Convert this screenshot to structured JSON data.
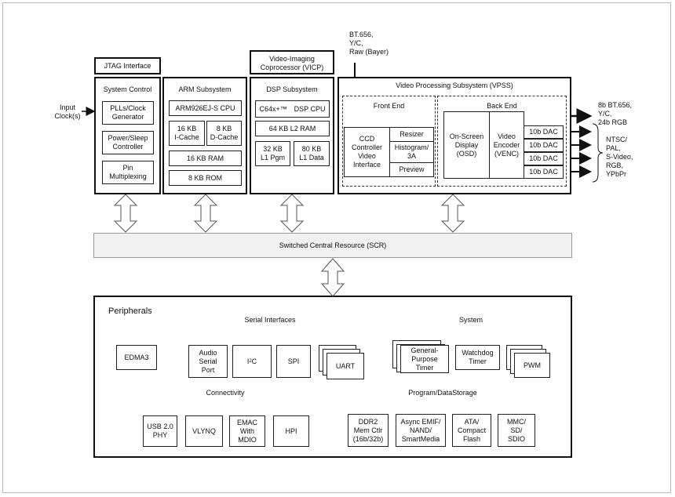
{
  "jtag": "JTAG Interface",
  "system_control": {
    "title": "System Control",
    "items": [
      "PLLs/Clock\nGenerator",
      "Power/Sleep\nController",
      "Pin\nMultiplexing"
    ]
  },
  "input_clock": "Input\nClock(s)",
  "arm": {
    "title": "ARM Subsystem",
    "cpu": "ARM926EJ-S CPU",
    "icache": "16 KB\nI-Cache",
    "dcache": "8 KB\nD-Cache",
    "ram": "16 KB RAM",
    "rom": "8 KB ROM"
  },
  "vicp": "Video-Imaging\nCoprocessor (VICP)",
  "dsp": {
    "title": "DSP Subsystem",
    "cpu_a": "C64x+™",
    "cpu_b": "DSP CPU",
    "l2": "64 KB L2 RAM",
    "l1p": "32 KB\nL1 Pgm",
    "l1d": "80 KB\nL1 Data"
  },
  "vpss": {
    "title": "Video Processing Subsystem (VPSS)",
    "input": "BT.656,\nY/C,\nRaw (Bayer)",
    "front_end": "Front End",
    "ccd": "CCD\nController\nVideo\nInterface",
    "resizer": "Resizer",
    "histogram": "Histogram/\n3A",
    "preview": "Preview",
    "back_end": "Back End",
    "osd": "On-Screen\nDisplay\n(OSD)",
    "venc": "Video\nEncoder\n(VENC)",
    "dacs": [
      "10b DAC",
      "10b DAC",
      "10b DAC",
      "10b DAC"
    ],
    "out1": "8b BT.656,\nY/C,\n24b RGB",
    "out2": "NTSC/\nPAL,\nS-Video,\nRGB,\nYPbPr"
  },
  "scr": "Switched Central Resource (SCR)",
  "peripherals": {
    "title": "Peripherals",
    "edma": "EDMA3",
    "serial": {
      "title": "Serial Interfaces",
      "asp": "Audio\nSerial\nPort",
      "i2c_a": "I",
      "i2c_sup": "2",
      "i2c_b": "C",
      "spi": "SPI",
      "uart": "UART"
    },
    "system": {
      "title": "System",
      "gpt": "General-\nPurpose\nTimer",
      "wdt": "Watchdog\nTimer",
      "pwm": "PWM"
    },
    "connectivity": {
      "title": "Connectivity",
      "usb": "USB 2.0\nPHY",
      "vlynq": "VLYNQ",
      "emac": "EMAC\nWith\nMDIO",
      "hpi": "HPI"
    },
    "storage": {
      "title": "Program/DataStorage",
      "ddr": "DDR2\nMem Ctlr\n(16b/32b)",
      "emif": "Async EMIF/\nNAND/\nSmartMedia",
      "ata": "ATA/\nCompact\nFlash",
      "mmc": "MMC/\nSD/\nSDIO"
    }
  }
}
